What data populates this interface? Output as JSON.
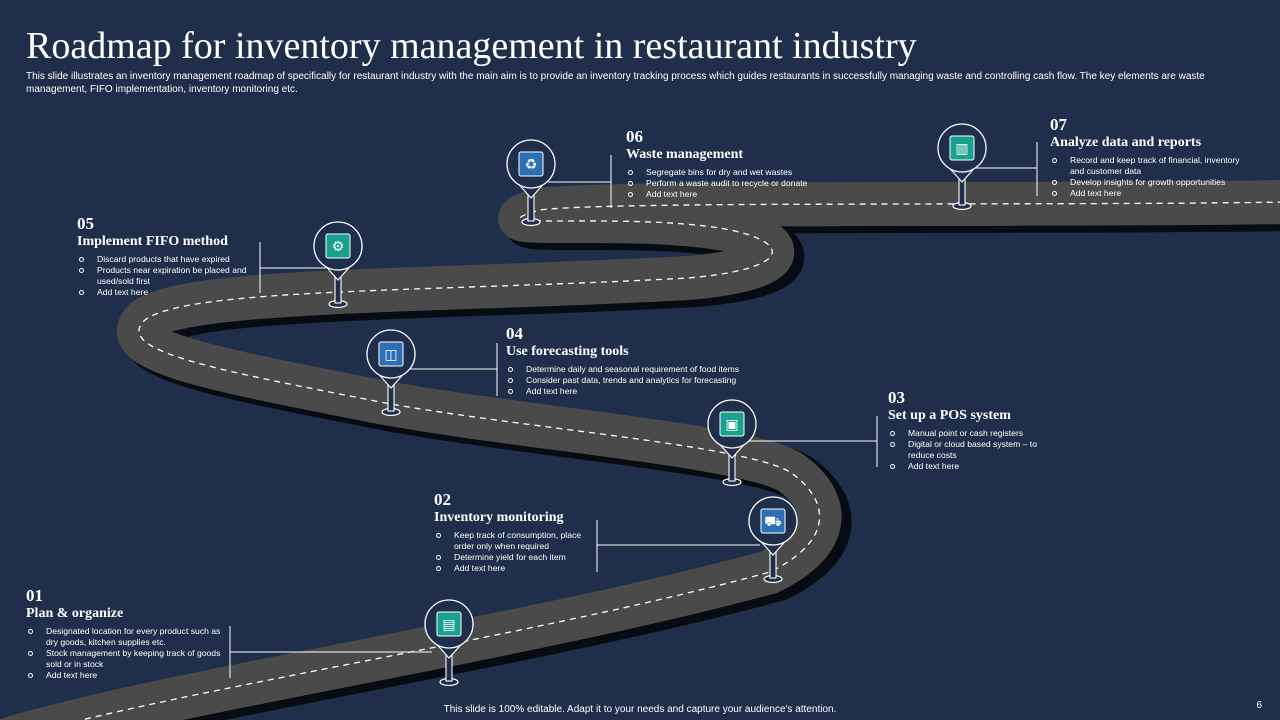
{
  "slide": {
    "title": "Roadmap for inventory management in restaurant industry",
    "subtitle": "This slide illustrates an inventory management roadmap of specifically for restaurant industry with the main aim is to provide an inventory tracking process which guides restaurants in successfully managing waste and controlling cash flow. The key elements are waste management, FIFO  implementation,  inventory monitoring etc.",
    "footer": "This slide is 100% editable. Adapt it to your needs and capture your audience's attention.",
    "page_number": "6"
  },
  "colors": {
    "background": "#1f2f4b",
    "road": "#4a4a4a",
    "road_shadow": "#070b12",
    "marker_fill": "#1f2f4b",
    "icon_tile": "#19a08f"
  },
  "steps": [
    {
      "number": "01",
      "heading": "Plan & organize",
      "icon": "clipboard-icon",
      "bullets": [
        "Designated location for every product such as dry goods,  kitchen supplies etc.",
        "Stock management by keeping track of goods sold or in stock",
        "Add text here"
      ]
    },
    {
      "number": "02",
      "heading": "Inventory monitoring",
      "icon": "delivery-truck-icon",
      "bullets": [
        "Keep track of    consumption, place order only when  required",
        "Determine yield for each item",
        "Add text here"
      ]
    },
    {
      "number": "03",
      "heading": "Set up a POS system",
      "icon": "pos-terminal-icon",
      "bullets": [
        "Manual point or cash registers",
        "Digital or cloud based system – to reduce  costs",
        "Add text here"
      ]
    },
    {
      "number": "04",
      "heading": "Use forecasting tools",
      "icon": "forecast-report-icon",
      "bullets": [
        "Determine daily  and seasonal requirement of food items",
        "Consider past data, trends and analytics for forecasting",
        "Add text here"
      ]
    },
    {
      "number": "05",
      "heading": "Implement FIFO method",
      "icon": "gears-icon",
      "bullets": [
        "Discard products that have expired",
        "Products near expiration be placed and used/sold first",
        "Add text here"
      ]
    },
    {
      "number": "06",
      "heading": "Waste management",
      "icon": "recycle-bin-icon",
      "bullets": [
        "Segregate bins for dry and wet wastes",
        "Perform a waste audit to recycle or donate",
        "Add text here"
      ]
    },
    {
      "number": "07",
      "heading": "Analyze data and reports",
      "icon": "bar-chart-icon",
      "bullets": [
        "Record and keep track of financial, inventory and customer data",
        "Develop insights for growth opportunities",
        "Add text here"
      ]
    }
  ]
}
